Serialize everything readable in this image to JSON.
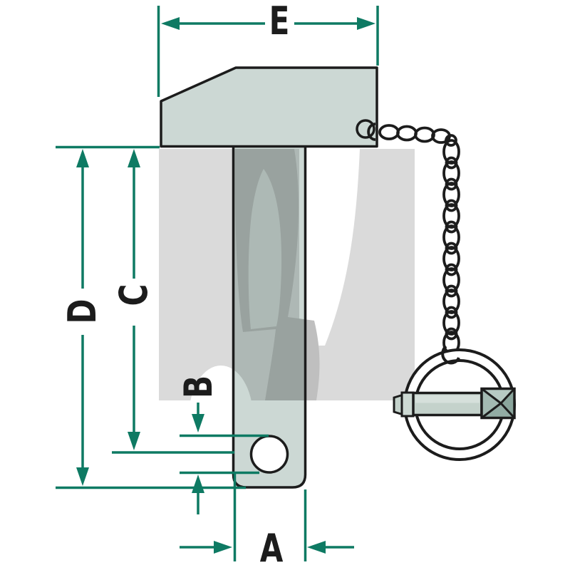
{
  "diagram": {
    "kind": "technical-dimension-drawing",
    "subject": "top-link pin with handle head, drilled hole, and linch pin on chain",
    "colors": {
      "dimension_line": "#0e7a63",
      "outline": "#1c1c1c",
      "part_fill": "#ccd8d4",
      "watermark_gray": "#dadada",
      "watermark_bolt_gray": "#bfbfbf",
      "linch_pin_fill": "#c4d2cb",
      "background": "#ffffff"
    },
    "dimensions": {
      "E": {
        "label": "E",
        "orientation": "horizontal",
        "position": "top"
      },
      "D": {
        "label": "D",
        "orientation": "vertical",
        "position": "far-left"
      },
      "C": {
        "label": "C",
        "orientation": "vertical",
        "position": "left"
      },
      "B": {
        "label": "B",
        "orientation": "vertical",
        "position": "middle-left"
      },
      "A": {
        "label": "A",
        "orientation": "horizontal",
        "position": "bottom"
      }
    }
  }
}
